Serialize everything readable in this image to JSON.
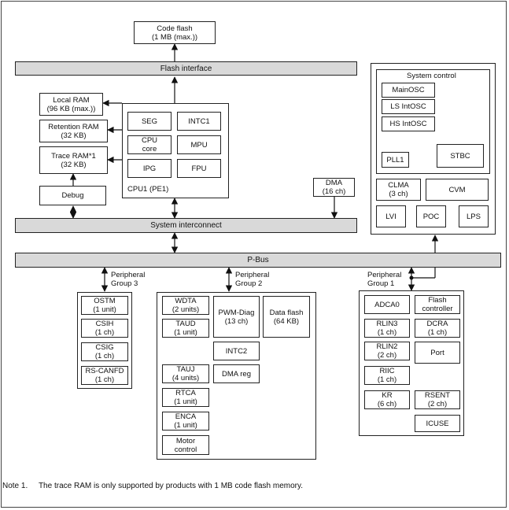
{
  "code_flash": "Code flash\n(1 MB (max.))",
  "flash_interface": "Flash interface",
  "system_interconnect": "System interconnect",
  "p_bus": "P-Bus",
  "memories": {
    "local_ram": "Local RAM\n(96 KB (max.))",
    "retention_ram": "Retention RAM\n(32 KB)",
    "trace_ram": "Trace RAM*1\n(32 KB)",
    "debug": "Debug"
  },
  "cpu1": {
    "label": "CPU1 (PE1)",
    "blocks": [
      "SEG",
      "INTC1",
      "CPU\ncore",
      "MPU",
      "IPG",
      "FPU"
    ]
  },
  "dma": "DMA\n(16 ch)",
  "system_control": {
    "title": "System control",
    "oscillators": [
      "MainOSC",
      "LS IntOSC",
      "HS IntOSC"
    ],
    "pll": "PLL1",
    "stbc": "STBC",
    "clma": "CLMA\n(3 ch)",
    "cvm": "CVM",
    "lvi": "LVI",
    "poc": "POC",
    "lps": "LPS"
  },
  "group3": {
    "label": "Peripheral\nGroup 3",
    "items": [
      "OSTM\n(1 unit)",
      "CSIH\n(1 ch)",
      "CSIG\n(1 ch)",
      "RS-CANFD\n(1 ch)"
    ]
  },
  "group2": {
    "label": "Peripheral\nGroup 2",
    "wdta": "WDTA\n(2 units)",
    "taud": "TAUD\n(1 unit)",
    "pwm_diag": "PWM-Diag\n(13 ch)",
    "data_flash": "Data flash\n(64 KB)",
    "intc2": "INTC2",
    "tauj": "TAUJ\n(4 units)",
    "dma_reg": "DMA reg",
    "rtca": "RTCA\n(1 unit)",
    "enca": "ENCA\n(1 unit)",
    "motor_control": "Motor\ncontrol"
  },
  "group1": {
    "label": "Peripheral\nGroup 1",
    "adca0": "ADCA0",
    "flash_controller": "Flash\ncontroller",
    "rlin3": "RLIN3\n(1 ch)",
    "dcra": "DCRA\n(1 ch)",
    "rlin2": "RLIN2\n(2 ch)",
    "port": "Port",
    "riic": "RIIC\n(1 ch)",
    "kr": "KR\n(6 ch)",
    "rsent": "RSENT\n(2 ch)",
    "icuse": "ICUSE"
  },
  "note": "Note 1.     The trace RAM is only supported by products with 1 MB code flash memory."
}
